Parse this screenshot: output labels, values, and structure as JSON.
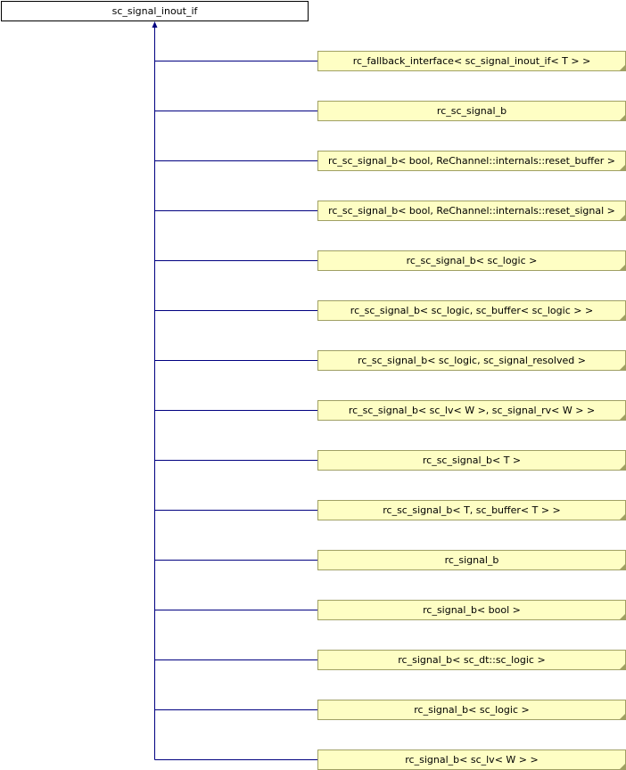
{
  "root": {
    "label": "sc_signal_inout_if"
  },
  "children": [
    {
      "label": "rc_fallback_interface< sc_signal_inout_if< T > >"
    },
    {
      "label": "rc_sc_signal_b"
    },
    {
      "label": "rc_sc_signal_b< bool, ReChannel::internals::reset_buffer >"
    },
    {
      "label": "rc_sc_signal_b< bool, ReChannel::internals::reset_signal >"
    },
    {
      "label": "rc_sc_signal_b< sc_logic >"
    },
    {
      "label": "rc_sc_signal_b< sc_logic, sc_buffer< sc_logic > >"
    },
    {
      "label": "rc_sc_signal_b< sc_logic, sc_signal_resolved >"
    },
    {
      "label": "rc_sc_signal_b< sc_lv< W >, sc_signal_rv< W > >"
    },
    {
      "label": "rc_sc_signal_b< T >"
    },
    {
      "label": "rc_sc_signal_b< T, sc_buffer< T > >"
    },
    {
      "label": "rc_signal_b"
    },
    {
      "label": "rc_signal_b< bool >"
    },
    {
      "label": "rc_signal_b< sc_dt::sc_logic >"
    },
    {
      "label": "rc_signal_b< sc_logic >"
    },
    {
      "label": "rc_signal_b< sc_lv< W > >"
    }
  ],
  "colors": {
    "edge": "#000080",
    "node_fill": "#fefec4",
    "node_border": "#a0a064"
  }
}
